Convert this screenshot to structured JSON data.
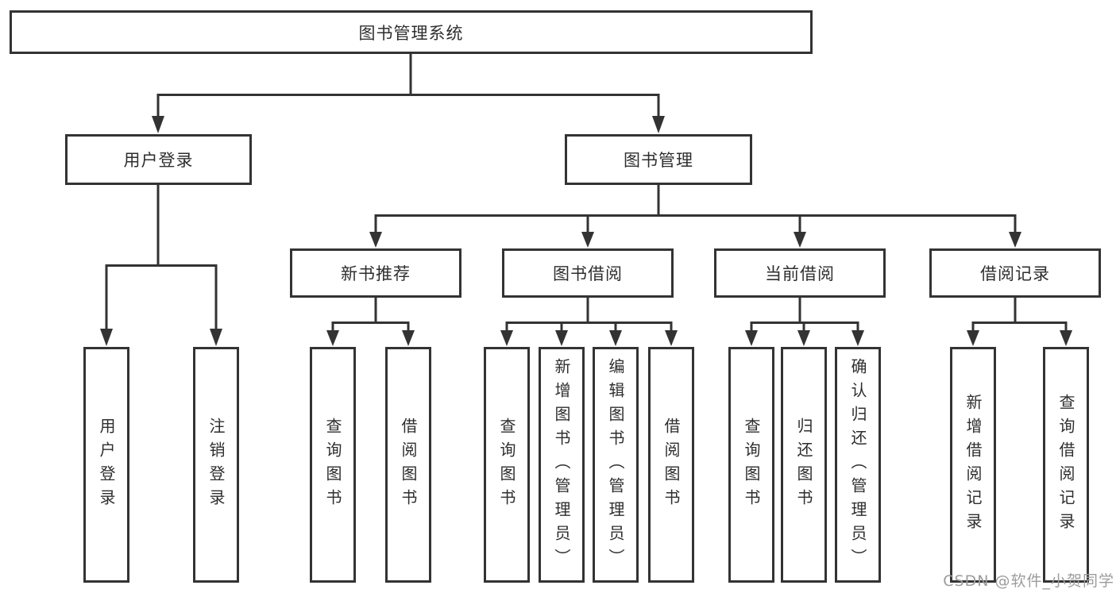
{
  "diagram": {
    "root": {
      "label": "图书管理系统"
    },
    "level2": [
      {
        "label": "用户登录"
      },
      {
        "label": "图书管理"
      }
    ],
    "level3": [
      {
        "label": "新书推荐"
      },
      {
        "label": "图书借阅"
      },
      {
        "label": "当前借阅"
      },
      {
        "label": "借阅记录"
      }
    ],
    "leaves": {
      "user_login": [
        "用户登录",
        "注销登录"
      ],
      "new_book": [
        "查询图书",
        "借阅图书"
      ],
      "book_borrow": [
        "查询图书",
        "新增图书（管理员）",
        "编辑图书（管理员）",
        "借阅图书"
      ],
      "current_borrow": [
        "查询图书",
        "归还图书",
        "确认归还（管理员）"
      ],
      "borrow_records": [
        "新增借阅记录",
        "查询借阅记录"
      ]
    }
  },
  "watermark": "CSDN @软件_小贺同学",
  "colors": {
    "line": "#333333",
    "text": "#2e2e2e",
    "watermark": "#9c9c9c",
    "background": "#ffffff"
  }
}
